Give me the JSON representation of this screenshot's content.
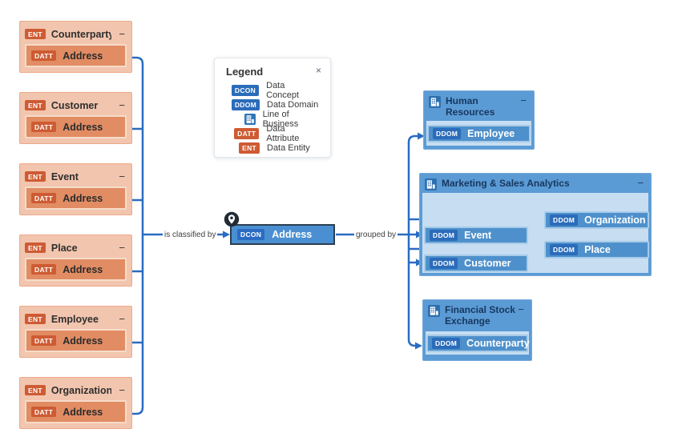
{
  "edges": {
    "left_label": "is classified by",
    "right_label": "grouped by"
  },
  "node": {
    "badge": "DCON",
    "label": "Address"
  },
  "entities": [
    {
      "badge": "ENT",
      "title": "Counterparty",
      "collapse": "−",
      "attr_badge": "DATT",
      "attr_label": "Address"
    },
    {
      "badge": "ENT",
      "title": "Customer",
      "collapse": "−",
      "attr_badge": "DATT",
      "attr_label": "Address"
    },
    {
      "badge": "ENT",
      "title": "Event",
      "collapse": "−",
      "attr_badge": "DATT",
      "attr_label": "Address"
    },
    {
      "badge": "ENT",
      "title": "Place",
      "collapse": "−",
      "attr_badge": "DATT",
      "attr_label": "Address"
    },
    {
      "badge": "ENT",
      "title": "Employee",
      "collapse": "−",
      "attr_badge": "DATT",
      "attr_label": "Address"
    },
    {
      "badge": "ENT",
      "title": "Organization",
      "collapse": "−",
      "attr_badge": "DATT",
      "attr_label": "Address"
    }
  ],
  "groups": [
    {
      "title": "Human Resources",
      "collapse": "−",
      "domains": [
        {
          "badge": "DDOM",
          "label": "Employee"
        }
      ]
    },
    {
      "title": "Marketing & Sales Analytics",
      "collapse": "−",
      "domains": [
        {
          "badge": "DDOM",
          "label": "Event"
        },
        {
          "badge": "DDOM",
          "label": "Customer"
        },
        {
          "badge": "DDOM",
          "label": "Organization"
        },
        {
          "badge": "DDOM",
          "label": "Place"
        }
      ]
    },
    {
      "title": "Financial Stock Exchange",
      "collapse": "−",
      "domains": [
        {
          "badge": "DDOM",
          "label": "Counterparty"
        }
      ]
    }
  ],
  "legend": {
    "title": "Legend",
    "close": "×",
    "items": [
      {
        "badge": "DCON",
        "label": "Data Concept"
      },
      {
        "badge": "DDOM",
        "label": "Data Domain"
      },
      {
        "badge": "",
        "label": "Line of Business"
      },
      {
        "badge": "DATT",
        "label": "Data Attribute"
      },
      {
        "badge": "ENT",
        "label": "Data Entity"
      }
    ]
  },
  "colors": {
    "edge": "#2a6cc2",
    "entity_bg": "#f2c5ae",
    "attribute_bg": "#e18c63",
    "orange_badge": "#ce5b33",
    "blue_badge": "#2b6cba",
    "lob_header_bg": "#5b9bd5",
    "lob_body_bg": "#c6ddf2",
    "domain_row_bg": "#4e90cb",
    "concept_bg": "#4a8fd1"
  }
}
